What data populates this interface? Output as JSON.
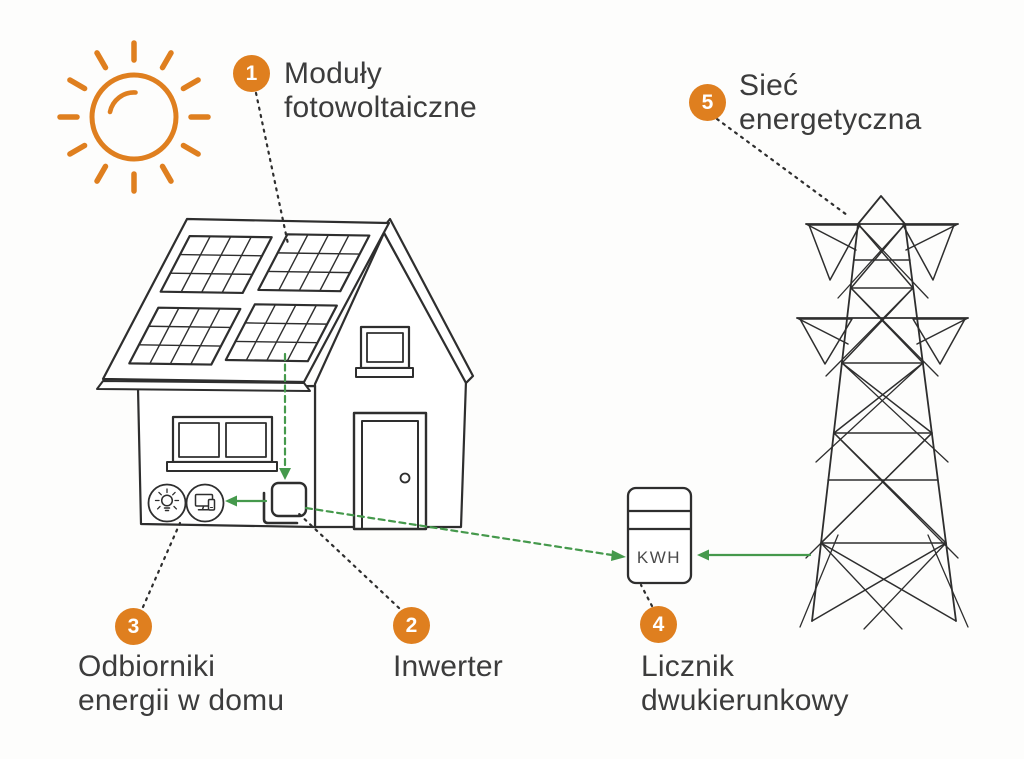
{
  "diagram": {
    "colors": {
      "accent_orange": "#df7f1f",
      "arrow_green": "#45994c",
      "ink": "#2e2e2e",
      "text": "#3c3c3c",
      "background": "#fdfdfc"
    },
    "meter": {
      "display": "KWH"
    },
    "callouts": [
      {
        "number": "1",
        "line1": "Moduły",
        "line2": "fotowoltaiczne"
      },
      {
        "number": "2",
        "line1": "Inwerter",
        "line2": ""
      },
      {
        "number": "3",
        "line1": "Odbiorniki",
        "line2": "energii w domu"
      },
      {
        "number": "4",
        "line1": "Licznik",
        "line2": "dwukierunkowy"
      },
      {
        "number": "5",
        "line1": "Sieć",
        "line2": "energetyczna"
      }
    ],
    "icons": {
      "sun": "sun-icon",
      "solar_panels": "solar-panel-icon",
      "house": "house-icon",
      "lightbulb": "lightbulb-icon",
      "tv": "tv-icon",
      "inverter": "inverter-box-icon",
      "meter": "kwh-meter-icon",
      "grid_pylon": "power-pylon-icon"
    }
  }
}
